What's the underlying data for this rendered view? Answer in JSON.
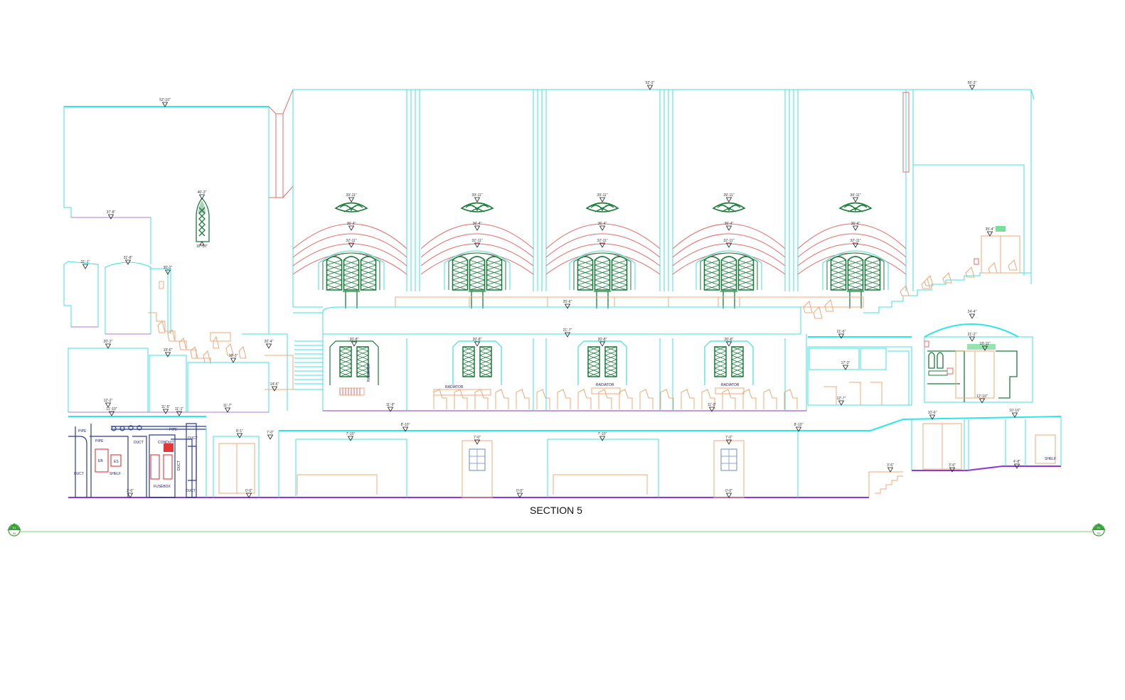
{
  "drawing": {
    "title": "SECTION 5",
    "section_marker": {
      "top": "S1",
      "bottom": "S5"
    },
    "colors": {
      "wall": "#3fe0dc",
      "furniture": "#f0a878",
      "arch": "#e86a6a",
      "window_tracery": "#1a7a3a",
      "floor": "#8a3adc",
      "ductwork": "#2a3a9a",
      "section_line": "#7ad07a",
      "fuse_box": "#e02020"
    },
    "elevation_markers": [
      {
        "id": "roof-left",
        "label": "52'-10\""
      },
      {
        "id": "roof-center",
        "label": "52'-3\""
      },
      {
        "id": "roof-right",
        "label": "55'-3\""
      },
      {
        "id": "ledge-left",
        "label": "37'-8\""
      },
      {
        "id": "oculus-top",
        "label": "40'-3\""
      },
      {
        "id": "oculus-bottom",
        "label": "32'-10\""
      },
      {
        "id": "room-a",
        "label": "31'-1\""
      },
      {
        "id": "room-b",
        "label": "31'-8\""
      },
      {
        "id": "room-c",
        "label": "30'-2\""
      },
      {
        "id": "crest-1",
        "label": "39'-11\""
      },
      {
        "id": "crest-2",
        "label": "39'-11\""
      },
      {
        "id": "crest-3",
        "label": "39'-11\""
      },
      {
        "id": "crest-4",
        "label": "39'-11\""
      },
      {
        "id": "crest-5",
        "label": "39'-11\""
      },
      {
        "id": "arch-1",
        "label": "36'-4\""
      },
      {
        "id": "arch-2",
        "label": "36'-4\""
      },
      {
        "id": "arch-3",
        "label": "36'-4\""
      },
      {
        "id": "arch-4",
        "label": "36'-4\""
      },
      {
        "id": "arch-5",
        "label": "36'-4\""
      },
      {
        "id": "win-1",
        "label": "32'-11\""
      },
      {
        "id": "win-2",
        "label": "32'-11\""
      },
      {
        "id": "win-3",
        "label": "32'-11\""
      },
      {
        "id": "win-4",
        "label": "32'-11\""
      },
      {
        "id": "win-5",
        "label": "32'-11\""
      },
      {
        "id": "balcony-right",
        "label": "35'-4\""
      },
      {
        "id": "balcony",
        "label": "25'-6\""
      },
      {
        "id": "lower-left-1",
        "label": "20'-2\""
      },
      {
        "id": "lower-left-2",
        "label": "19'-6\""
      },
      {
        "id": "lower-left-3",
        "label": "18'-3\""
      },
      {
        "id": "lower-left-4",
        "label": "20'-4\""
      },
      {
        "id": "stair-landing",
        "label": "14'-6\""
      },
      {
        "id": "nave-ceiling",
        "label": "21'-7\""
      },
      {
        "id": "lwin-1",
        "label": "20'-8\""
      },
      {
        "id": "lwin-2",
        "label": "20'-8\""
      },
      {
        "id": "lwin-3",
        "label": "20'-8\""
      },
      {
        "id": "lwin-4",
        "label": "20'-8\""
      },
      {
        "id": "right-room-ceiling",
        "label": "21'-6\""
      },
      {
        "id": "right-room-mid",
        "label": "17'-3\""
      },
      {
        "id": "right-room-floor",
        "label": "12'-7\""
      },
      {
        "id": "far-right-dome",
        "label": "24'-4\""
      },
      {
        "id": "far-right-1",
        "label": "21'-2\""
      },
      {
        "id": "far-right-2",
        "label": "18'-11\""
      },
      {
        "id": "far-right-floor",
        "label": "12'-10\""
      },
      {
        "id": "floor-left-1",
        "label": "12'-2\""
      },
      {
        "id": "floor-left-2",
        "label": "11'-10\""
      },
      {
        "id": "floor-left-3",
        "label": "11'-5\""
      },
      {
        "id": "floor-left-4",
        "label": "11'-1\""
      },
      {
        "id": "floor-left-5",
        "label": "11'-7\""
      },
      {
        "id": "nave-floor-1",
        "label": "11'-9\""
      },
      {
        "id": "nave-floor-2",
        "label": "11'-9\""
      },
      {
        "id": "basement-left",
        "label": "8'-1\""
      },
      {
        "id": "basement-door",
        "label": "7'-0\""
      },
      {
        "id": "basement-ceiling-1",
        "label": "8'-10\""
      },
      {
        "id": "basement-ceiling-2",
        "label": "8'-10\""
      },
      {
        "id": "basement-room-1",
        "label": "7'-10\""
      },
      {
        "id": "basement-door-2",
        "label": "7'-0\""
      },
      {
        "id": "basement-room-2",
        "label": "7'-10\""
      },
      {
        "id": "basement-door-3",
        "label": "7'-0\""
      },
      {
        "id": "basement-right-1",
        "label": "10'-6\""
      },
      {
        "id": "basement-right-2",
        "label": "10'-10\""
      },
      {
        "id": "mech-floor",
        "label": "3'-6\""
      },
      {
        "id": "stair-bottom",
        "label": "3'-6\""
      },
      {
        "id": "right-low-1",
        "label": "3'-6\""
      },
      {
        "id": "right-low-2",
        "label": "4'-8\""
      },
      {
        "id": "basement-floor-1",
        "label": "0'-0\""
      },
      {
        "id": "basement-floor-2",
        "label": "0'-0\""
      },
      {
        "id": "basement-floor-3",
        "label": "0'-0\""
      }
    ],
    "room_labels": {
      "radiator": "RADIATOR",
      "radiator_vertical": "RADIATOR",
      "pipe": "PIPE",
      "pipe_2": "PIPE",
      "pipe_3": "PIPE",
      "duct": "DUCT",
      "duct_2": "DUCT",
      "duct_3": "DUCT",
      "duct_4": "DUCT",
      "duct_5": "DUCT",
      "conduit": "CONDUIT",
      "fuse_box": "FUSEBOX",
      "shelf": "SHELF",
      "shelf_right": "SHELF",
      "eb": "EB",
      "es": "ES"
    }
  }
}
